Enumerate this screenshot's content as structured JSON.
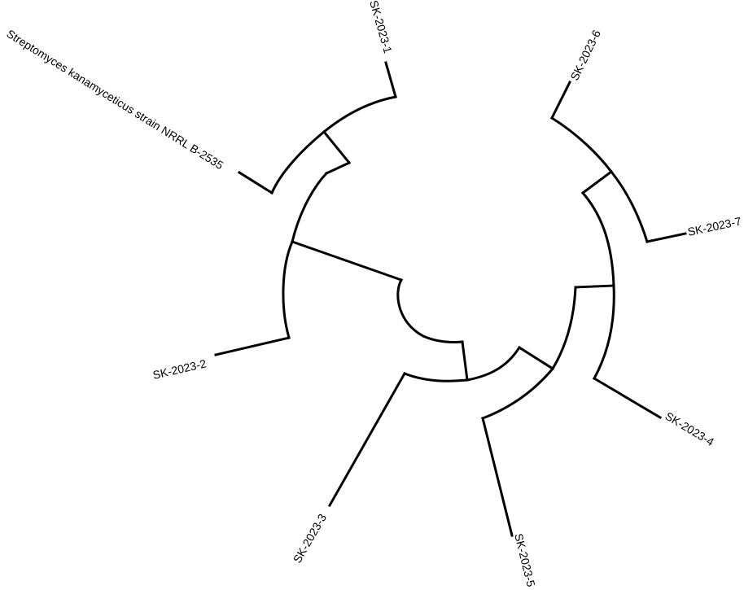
{
  "tree": {
    "layout": "circular",
    "stroke_color": "#000000",
    "taxa": [
      {
        "key": "t1",
        "label": "SK-2023-1"
      },
      {
        "key": "ref",
        "label": "Streptomyces kanamyceticus strain NRRL B-2535"
      },
      {
        "key": "t2",
        "label": "SK-2023-2"
      },
      {
        "key": "t3",
        "label": "SK-2023-3"
      },
      {
        "key": "t5",
        "label": "SK-2023-5"
      },
      {
        "key": "t4",
        "label": "SK-2023-4"
      },
      {
        "key": "t7",
        "label": "SK-2023-7"
      },
      {
        "key": "t6",
        "label": "SK-2023-6"
      }
    ]
  }
}
